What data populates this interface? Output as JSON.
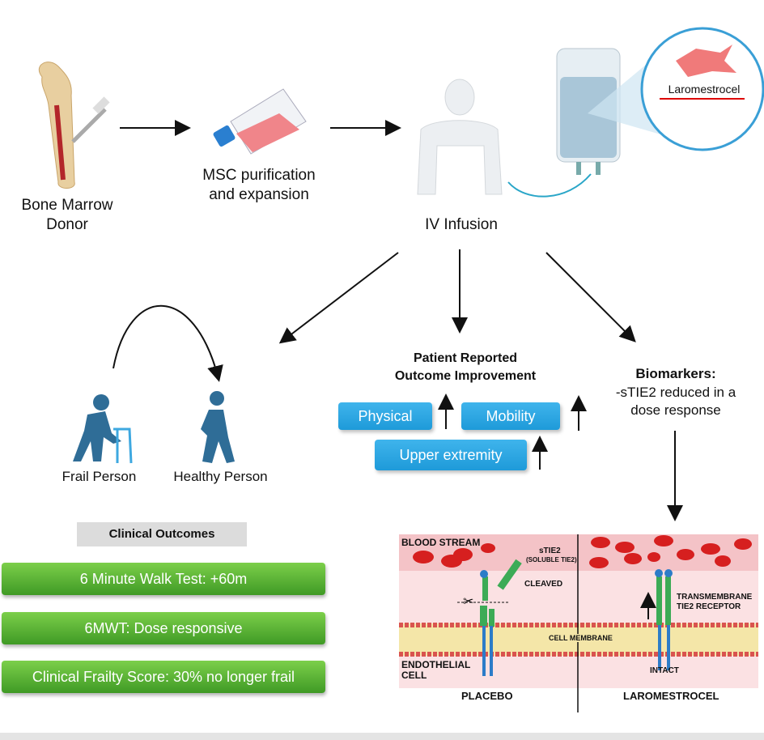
{
  "steps": {
    "donor": "Bone Marrow\nDonor",
    "purification": "MSC purification\nand expansion",
    "infusion": "IV Infusion",
    "iv_bag_label": "Laromestrocel"
  },
  "outcomes": {
    "frail": "Frail Person",
    "healthy": "Healthy Person",
    "pro_title": "Patient Reported\nOutcome Improvement",
    "pro_items": [
      "Physical",
      "Mobility",
      "Upper extremity"
    ],
    "biomarkers_title": "Biomarkers:",
    "biomarkers_text": "-sTIE2 reduced in a\ndose response"
  },
  "clinical": {
    "header": "Clinical Outcomes",
    "items": [
      "6 Minute Walk Test: +60m",
      "6MWT: Dose responsive",
      "Clinical Frailty Score: 30% no longer frail"
    ]
  },
  "mechanism": {
    "blood_stream": "BLOOD STREAM",
    "stie2": "sTIE2",
    "soluble": "(SOLUBLE TIE2)",
    "cleaved": "CLEAVED",
    "cell_membrane": "CELL MEMBRANE",
    "endothelial": "ENDOTHELIAL\nCELL",
    "transmembrane": "TRANSMEMBRANE\nTIE2 RECEPTOR",
    "intact": "INTACT",
    "placebo": "PLACEBO",
    "laromestrocel": "LAROMESTROCEL"
  },
  "colors": {
    "accent_blue": "#1e9ad9",
    "green": "#4caf2e",
    "blood_red": "#d61f1f"
  }
}
